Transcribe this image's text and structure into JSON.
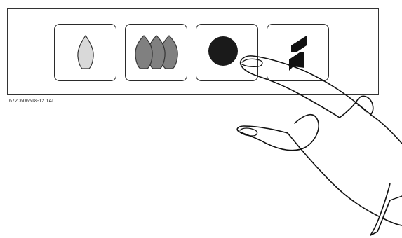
{
  "controls": [
    {
      "name": "small-flame-button",
      "icon": "small-flame-icon"
    },
    {
      "name": "large-flame-button",
      "icon": "large-flame-icon"
    },
    {
      "name": "round-dot-button",
      "icon": "filled-circle-icon"
    },
    {
      "name": "ignition-button",
      "icon": "lightning-bolt-icon"
    }
  ],
  "colors": {
    "small_flame": "#d9d9d9",
    "large_flame": "#808080",
    "dot": "#1a1a1a",
    "bolt": "#111111",
    "outline": "#2a2a2a"
  },
  "figure_code": "6720606518-12.1AL"
}
